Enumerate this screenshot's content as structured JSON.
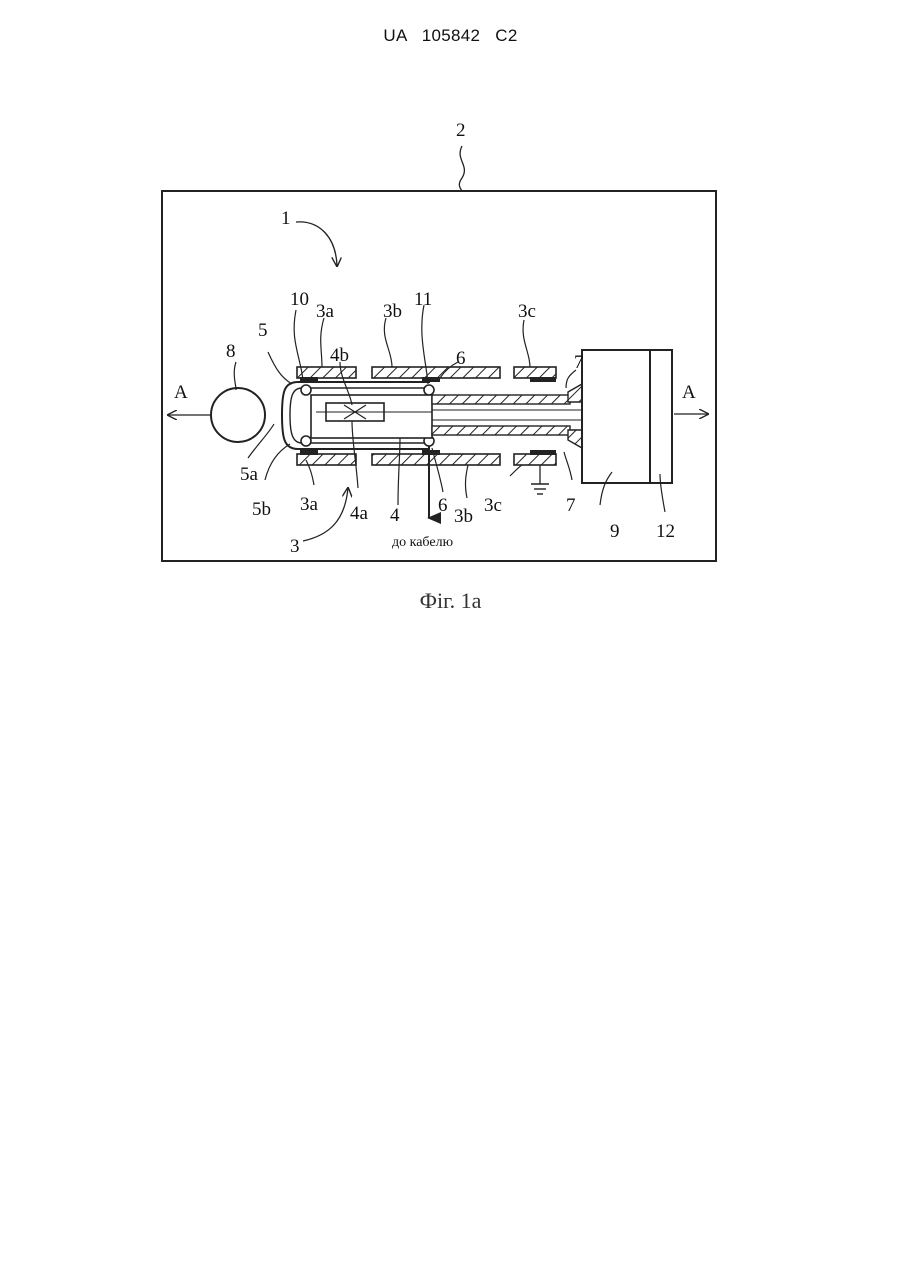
{
  "header": {
    "doc_number": "UA   105842   C2"
  },
  "figure": {
    "caption": "Фіг. 1a",
    "cable_label": "до кабелю",
    "arrow_left_label": "A",
    "arrow_right_label": "A",
    "labels": {
      "l2": "2",
      "l1": "1",
      "l3": "3",
      "l10": "10",
      "l3a_top": "3a",
      "l3b_top": "3b",
      "l11": "11",
      "l6_top": "6",
      "l3c_top": "3c",
      "l7_top": "7",
      "l5": "5",
      "l4b": "4b",
      "l8": "8",
      "l5a": "5a",
      "l5b": "5b",
      "l3a_bot": "3a",
      "l4a": "4a",
      "l4": "4",
      "l6_bot": "6",
      "l3b_bot": "3b",
      "l3c_bot": "3c",
      "l7_bot": "7",
      "l9": "9",
      "l12": "12"
    }
  }
}
